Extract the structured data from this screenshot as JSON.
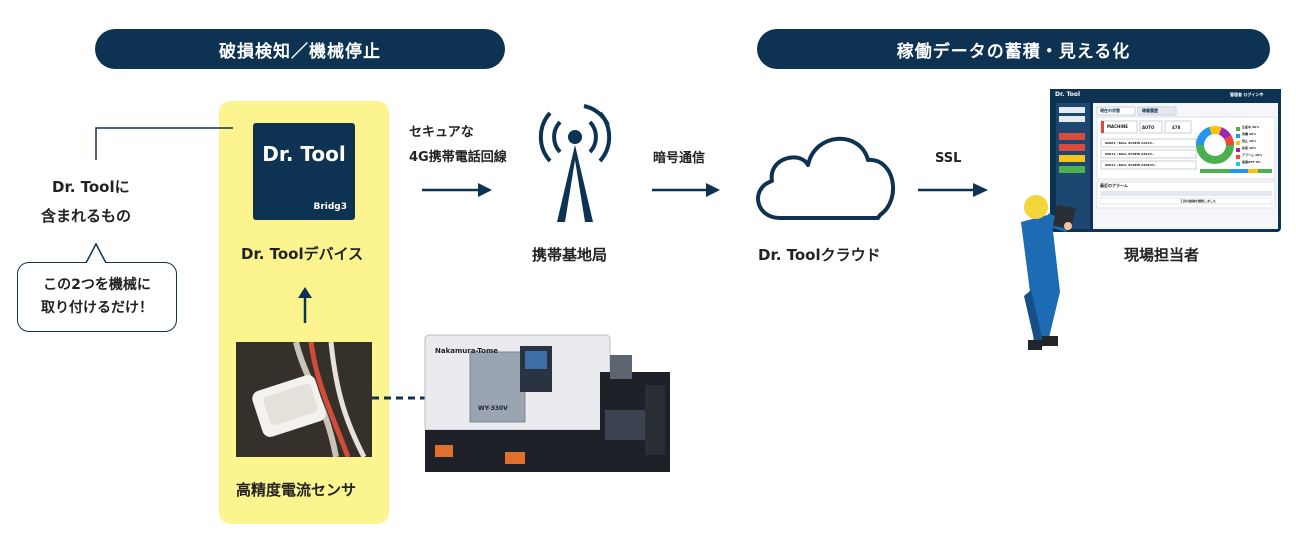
{
  "sections": {
    "left_title": "破損検知／機械停止",
    "right_title": "稼働データの蓄積・見える化"
  },
  "includes_note": {
    "line1": "Dr. Toolに",
    "line2": "含まれるもの"
  },
  "callout": {
    "line1": "この2つを機械に",
    "line2": "取り付けるだけ！"
  },
  "device": {
    "logo_text": "Dr. Tool",
    "logo_sub": "Bridg3",
    "label": "Dr. Toolデバイス"
  },
  "sensor": {
    "label": "高精度電流センサ"
  },
  "machine": {
    "brand": "Nakamura-Tome",
    "model": "WY-330V"
  },
  "links": {
    "network_line1": "セキュアな",
    "network_line2": "4G携帯電話回線",
    "encryption": "暗号通信",
    "ssl": "SSL"
  },
  "base_station": {
    "label": "携帯基地局"
  },
  "cloud": {
    "label": "Dr. Toolクラウド"
  },
  "person": {
    "label": "現場担当者"
  },
  "dashboard": {
    "app_name": "Dr. Tool",
    "user": "管理者 ログイン中",
    "tab1": "現在の状態",
    "tab2": "稼働履歴",
    "machine_badge": "MACHINE",
    "mode": "AUTO",
    "count": "478",
    "rows": [
      "00001 | BALL SCREW A0123..",
      "00011 | BALL SCREW A8123..",
      "00021 | BALL SCREW A80234.."
    ],
    "legend": [
      "生産中 50%",
      "待機 20%",
      "停止 10%",
      "段取 10%",
      "アラーム 10%",
      "電源OFF 0%"
    ],
    "alarm_title": "最近のアラーム",
    "alarm_row": "工具の破損を検知しました"
  },
  "colors": {
    "navy": "#0e3252",
    "highlight": "#fbf48f",
    "helmet": "#f3d63a",
    "donut": [
      "#4caf50",
      "#2196f3",
      "#ffc107",
      "#9c27b0",
      "#f44336",
      "#26c6da"
    ]
  }
}
